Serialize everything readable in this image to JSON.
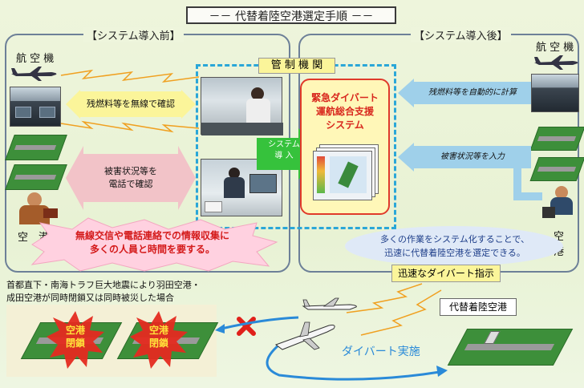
{
  "title": "－－ 代替着陸空港選定手順 －－",
  "before": {
    "title": "【システム導入前】",
    "aircraft_label": "航 空 機",
    "airport_label": "空　港",
    "arrow_fuel": "残燃料等を無線で確認",
    "arrow_damage": "被害状況等を\n電話で確認",
    "warning": "無線交信や電話連絡での情報収集に\n多くの人員と時間を要する。"
  },
  "control": {
    "title": "管 制 機 関",
    "system_arrow": "システム\n導 入"
  },
  "system": {
    "name": "緊急ダイバート\n運航総合支援\nシステム"
  },
  "after": {
    "title": "【システム導入後】",
    "aircraft_label": "航 空 機",
    "airport_label": "空　港",
    "arrow_fuel": "残燃料等を自動的に計算",
    "arrow_damage": "被害状況等を入力",
    "summary": "多くの作業をシステム化することで、\n迅速に代替着陸空港を選定できる。"
  },
  "scenario": {
    "quake_text": "首都直下・南海トラフ巨大地震により羽田空港・\n成田空港が同時閉鎖又は同時被災した場合",
    "closed_1": "空港\n閉鎖",
    "closed_2": "空港\n閉鎖",
    "instruction": "迅速なダイバート指示",
    "divert_action": "ダイバート実施",
    "alt_airport": "代替着陸空港"
  }
}
